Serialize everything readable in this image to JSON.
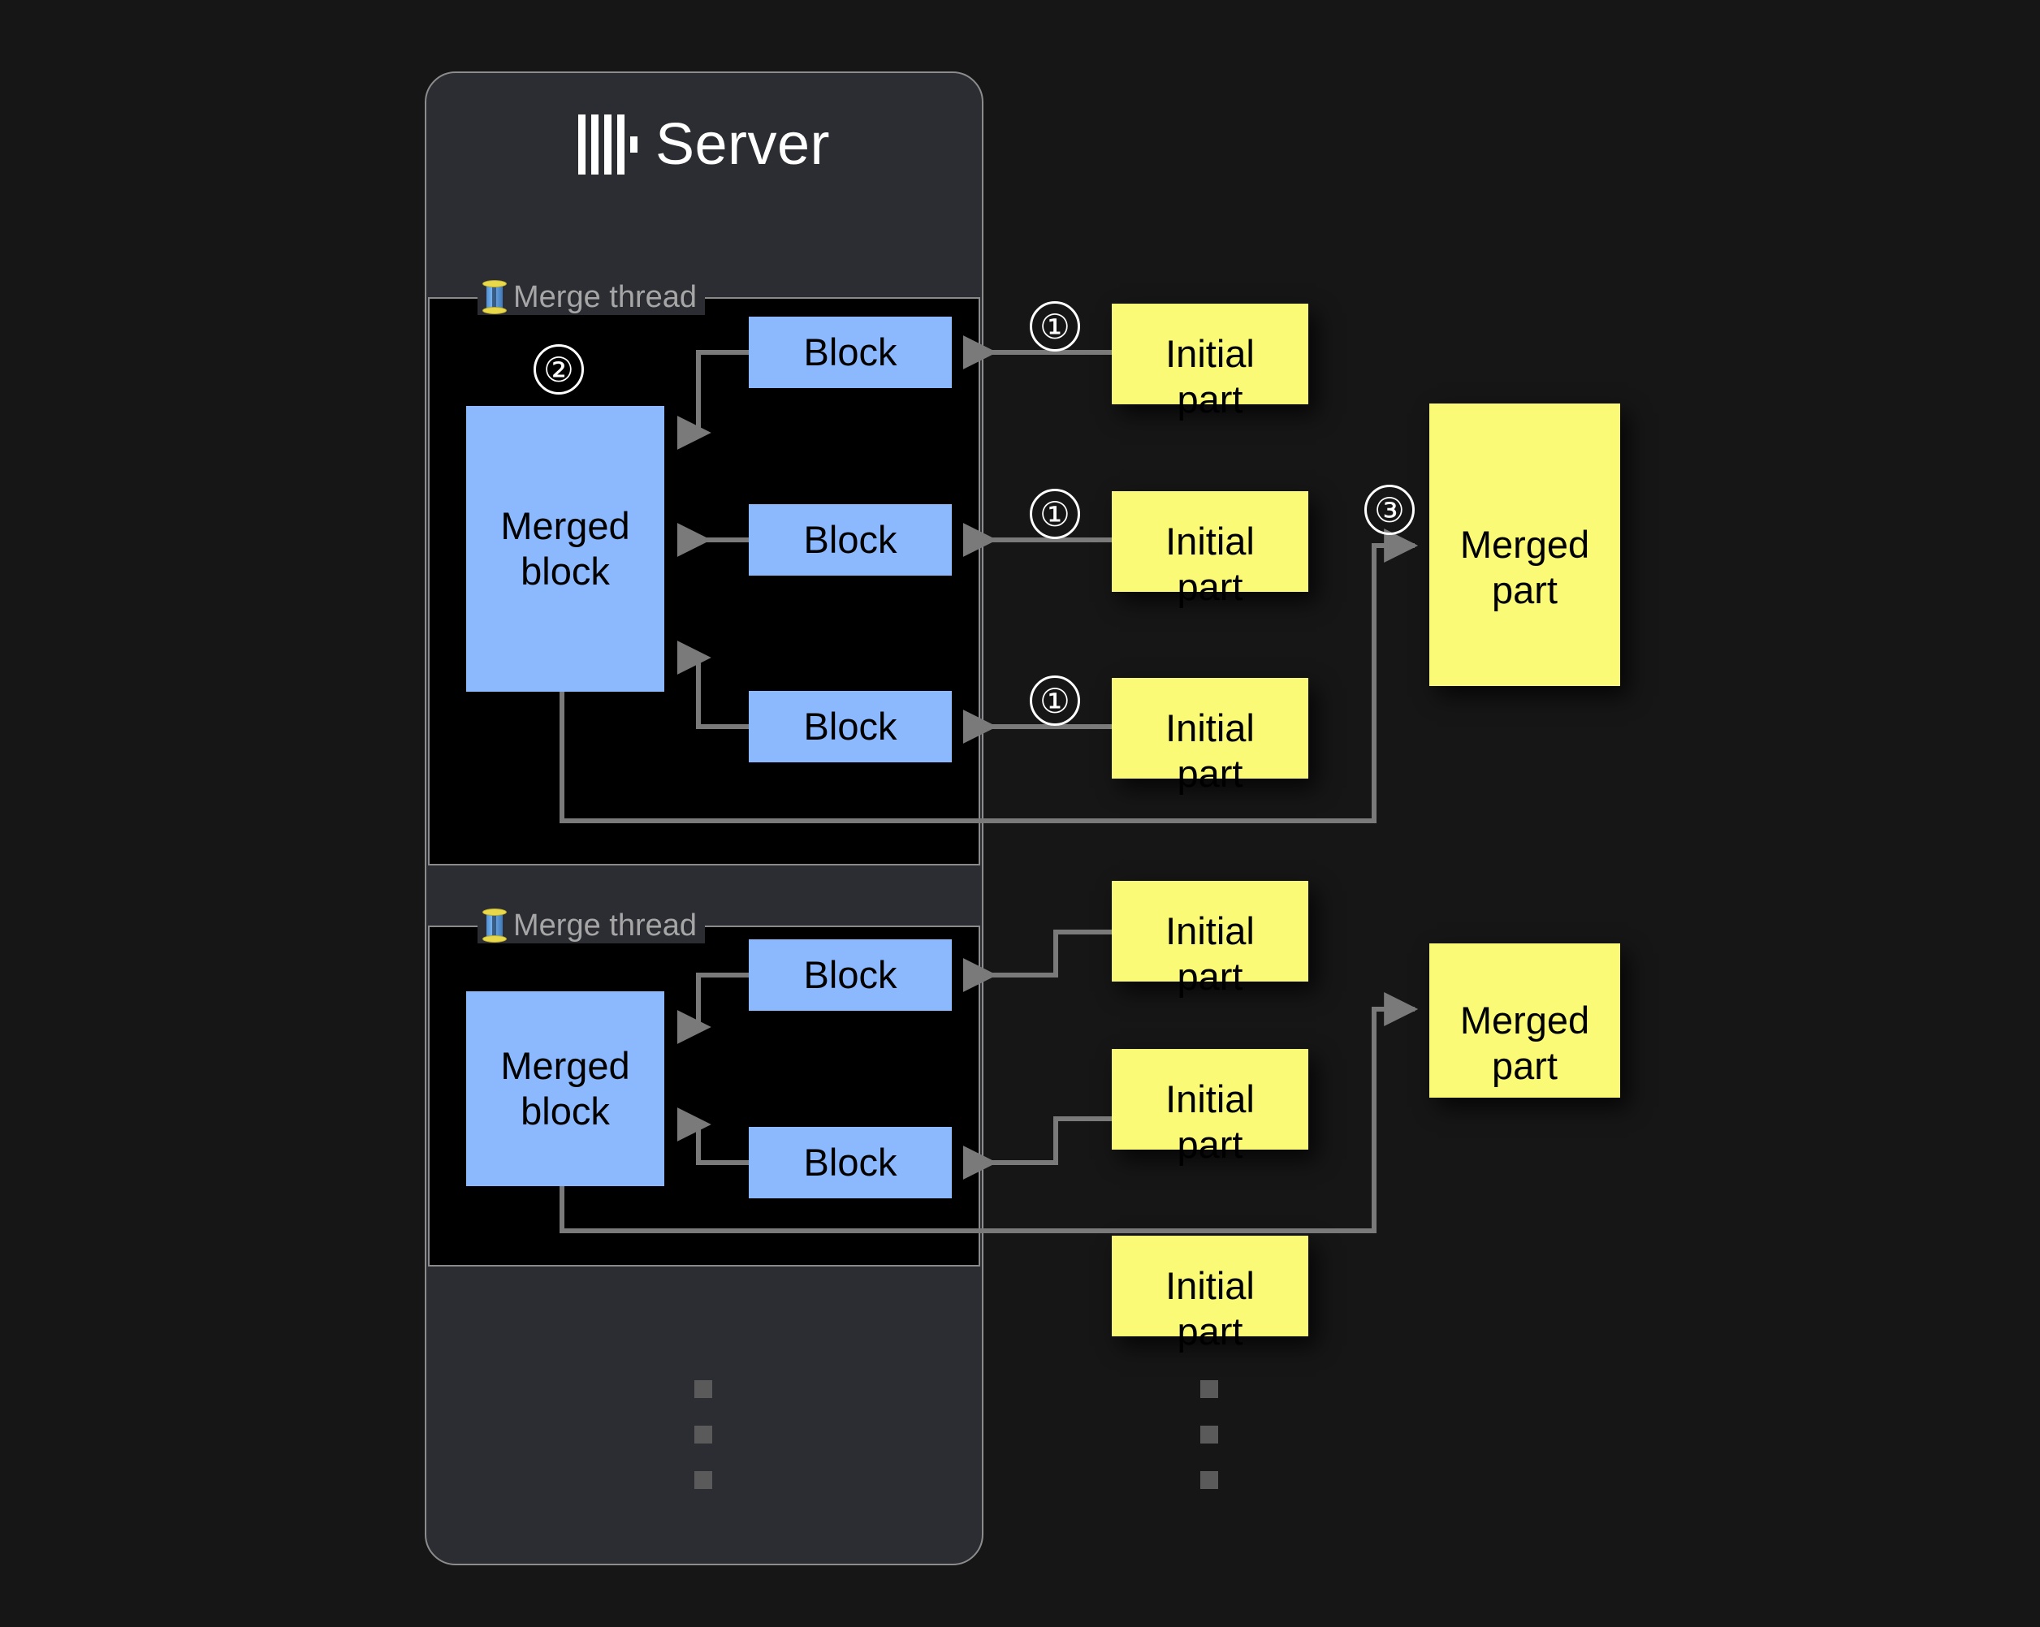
{
  "panel": {
    "title": "Server",
    "logo_icon": "clickhouse-logo-icon"
  },
  "merge_threads": [
    {
      "label": "Merge thread",
      "icon": "thread-spool-icon",
      "merged_block_label": "Merged block",
      "blocks": [
        "Block",
        "Block",
        "Block"
      ],
      "step_merge": "②"
    },
    {
      "label": "Merge thread",
      "icon": "thread-spool-icon",
      "merged_block_label": "Merged block",
      "blocks": [
        "Block",
        "Block"
      ],
      "step_merge": ""
    }
  ],
  "initial_parts": [
    {
      "label": "Initial\npart",
      "line1": "Initial",
      "line2": "part",
      "step": "①"
    },
    {
      "label": "Initial\npart",
      "line1": "Initial",
      "line2": "part",
      "step": "①"
    },
    {
      "label": "Initial\npart",
      "line1": "Initial",
      "line2": "part",
      "step": "①"
    },
    {
      "label": "Initial\npart",
      "line1": "Initial",
      "line2": "part",
      "step": ""
    },
    {
      "label": "Initial\npart",
      "line1": "Initial",
      "line2": "part",
      "step": ""
    },
    {
      "label": "Initial\npart",
      "line1": "Initial",
      "line2": "part",
      "step": ""
    }
  ],
  "merged_parts": [
    {
      "line1": "Merged",
      "line2": "part",
      "step": "③"
    },
    {
      "line1": "Merged",
      "line2": "part",
      "step": ""
    }
  ],
  "ellipsis": {
    "server_column": "vertical-ellipsis",
    "parts_column": "vertical-ellipsis"
  },
  "colors": {
    "background": "#161616",
    "panel": "#2b2d33",
    "thread_box": "#000000",
    "block": "#8cb9fd",
    "part": "#fafa77",
    "wire": "#7a7a7a",
    "label_text": "#a6a6a6"
  }
}
